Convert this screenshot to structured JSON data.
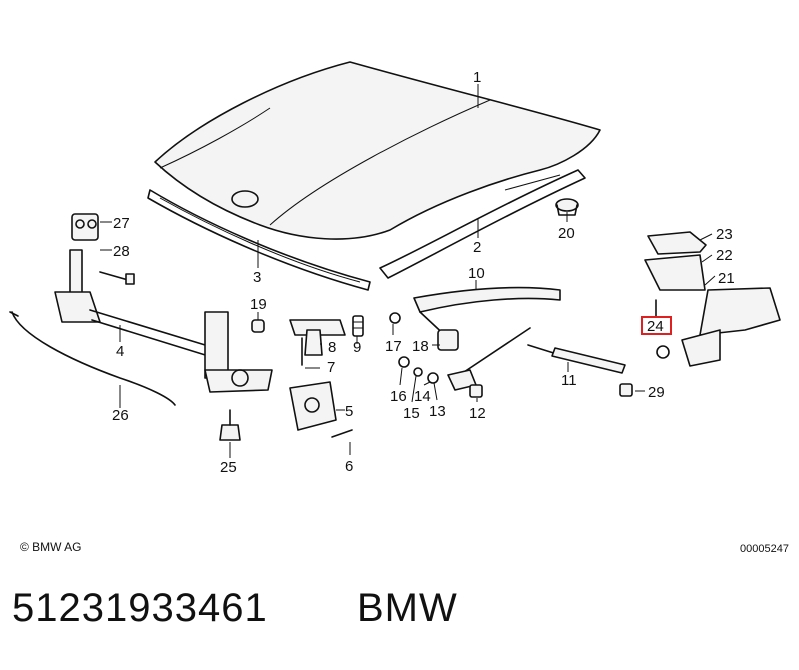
{
  "diagram": {
    "callouts": [
      "1",
      "2",
      "3",
      "4",
      "5",
      "6",
      "7",
      "8",
      "9",
      "10",
      "11",
      "12",
      "13",
      "14",
      "15",
      "16",
      "17",
      "18",
      "19",
      "20",
      "21",
      "22",
      "23",
      "24",
      "25",
      "26",
      "27",
      "28",
      "29"
    ],
    "highlighted_callout": "24",
    "highlight_color": "#e02020"
  },
  "footer": {
    "copyright": "© BMW AG",
    "doc_number": "00005247"
  },
  "caption": {
    "part_number": "51231933461",
    "brand": "BMW"
  }
}
